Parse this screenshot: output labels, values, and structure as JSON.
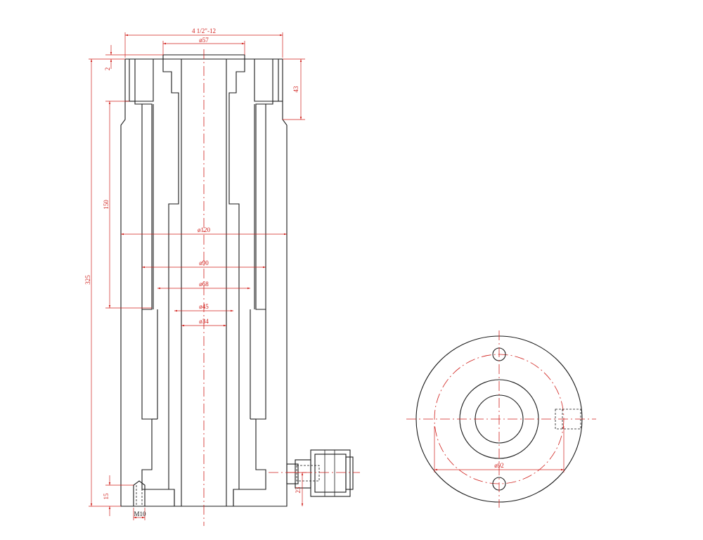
{
  "drawing": {
    "dimensions": {
      "thread_top": "4 1/2\"-12",
      "dia_57": "ø57",
      "dia_120": "ø120",
      "dia_90": "ø90",
      "dia_68": "ø68",
      "dia_45": "ø45",
      "dia_34": "ø34",
      "len_325": "325",
      "len_150": "150",
      "len_2": "2",
      "len_43": "43",
      "len_15": "15",
      "len_23": "23",
      "thread_m10": "M10",
      "dia_92": "ø92"
    },
    "colors": {
      "outline": "#1a1a1a",
      "dimension": "#d0201c"
    }
  }
}
